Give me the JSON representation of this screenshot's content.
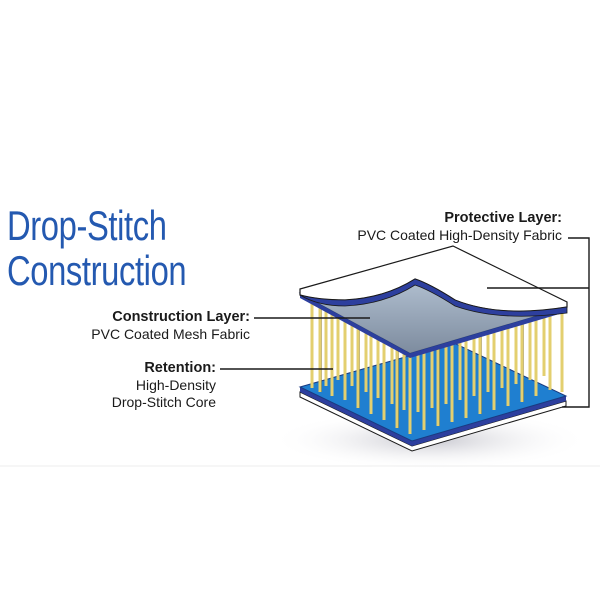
{
  "title": {
    "line1": "Drop-Stitch",
    "line2": "Construction",
    "color": "#2459b0"
  },
  "labels": {
    "protective": {
      "heading": "Protective Layer:",
      "description": "PVC Coated High-Density Fabric"
    },
    "construction": {
      "heading": "Construction Layer:",
      "description": "PVC Coated Mesh Fabric"
    },
    "retention": {
      "heading": "Retention:",
      "description_line1": "High-Density",
      "description_line2": "Drop-Stitch Core"
    }
  },
  "diagram": {
    "illustration": "layered-drop-stitch-panel",
    "colors": {
      "top_sheet": "#ffffff",
      "mesh_layer": "#1f7fd0",
      "mesh_edge": "#2d3f9e",
      "threads": "#e6d377",
      "outline": "#1a1a1a"
    }
  }
}
